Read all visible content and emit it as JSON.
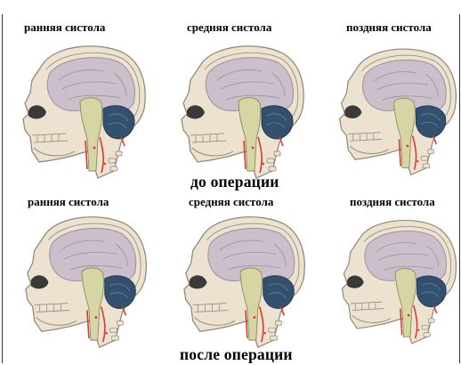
{
  "rows": [
    {
      "caption": "до операции",
      "panels": [
        {
          "label": "ранняя систола"
        },
        {
          "label": "средняя систола"
        },
        {
          "label": "поздняя систола"
        }
      ]
    },
    {
      "caption": "после операции",
      "panels": [
        {
          "label": "ранняя систола"
        },
        {
          "label": "средняя систола"
        },
        {
          "label": "поздняя систола"
        }
      ]
    }
  ],
  "colors": {
    "brain": "#cbbfcc",
    "brain_fold": "#9c8ea0",
    "brainstem": "#d6d6a4",
    "cerebellum": "#33506e",
    "cerebellum_light": "#6e86a0",
    "csf_red": "#d9362d",
    "skull": "#ece2cf",
    "bone_edge": "#8d8373",
    "dark": "#3a3a3a"
  }
}
